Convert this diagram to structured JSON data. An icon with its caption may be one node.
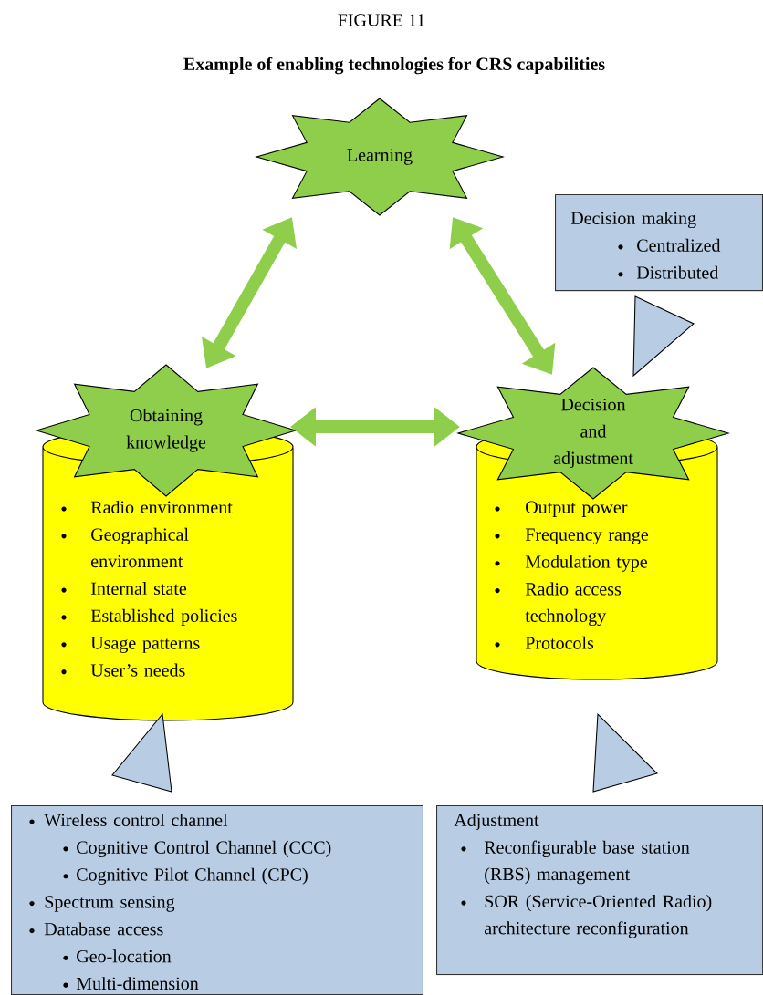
{
  "diagram": {
    "title": "Example of enabling technologies for CRS capabilities",
    "nodes": [
      {
        "text": [
          "Learning"
        ]
      },
      {
        "text": [
          "Decision making",
          "Centralized",
          "Distributed"
        ]
      },
      {
        "text": [],
        "shape": "triangle"
      },
      {
        "text": [
          "Obtaining knowledge"
        ]
      },
      {
        "text": [
          "Decision and adjustment"
        ]
      },
      {
        "text": [
          "Radio environment",
          "Geographical environment",
          "Internal state",
          "Established policies",
          "Usage patterns",
          "User’s needs"
        ]
      },
      {
        "text": [
          "Output power",
          "Frequency range",
          "Modulation type",
          "Radio access technology",
          "Protocols"
        ]
      },
      {
        "text": [],
        "shape": "triangle"
      },
      {
        "text": [],
        "shape": "triangle"
      },
      {
        "text": [
          "Wireless control channel",
          "Cognitive Control Channel (CCC)",
          "Cognitive Pilot Channel (CPC)",
          "Spectrum sensing",
          "Database access",
          "Geo-location",
          "Multi-dimension"
        ]
      },
      {
        "text": [
          "Adjustment",
          "Reconfigurable base station (RBS) management",
          "SOR (Service-Oriented Radio) architecture reconfiguration"
        ]
      }
    ],
    "edges": [
      {
        "from": 0,
        "to": 3,
        "arrow": "both"
      },
      {
        "from": 0,
        "to": 4,
        "arrow": "both"
      },
      {
        "from": 3,
        "to": 4,
        "arrow": "both"
      }
    ],
    "labels": [
      "FIGURE 11"
    ]
  }
}
